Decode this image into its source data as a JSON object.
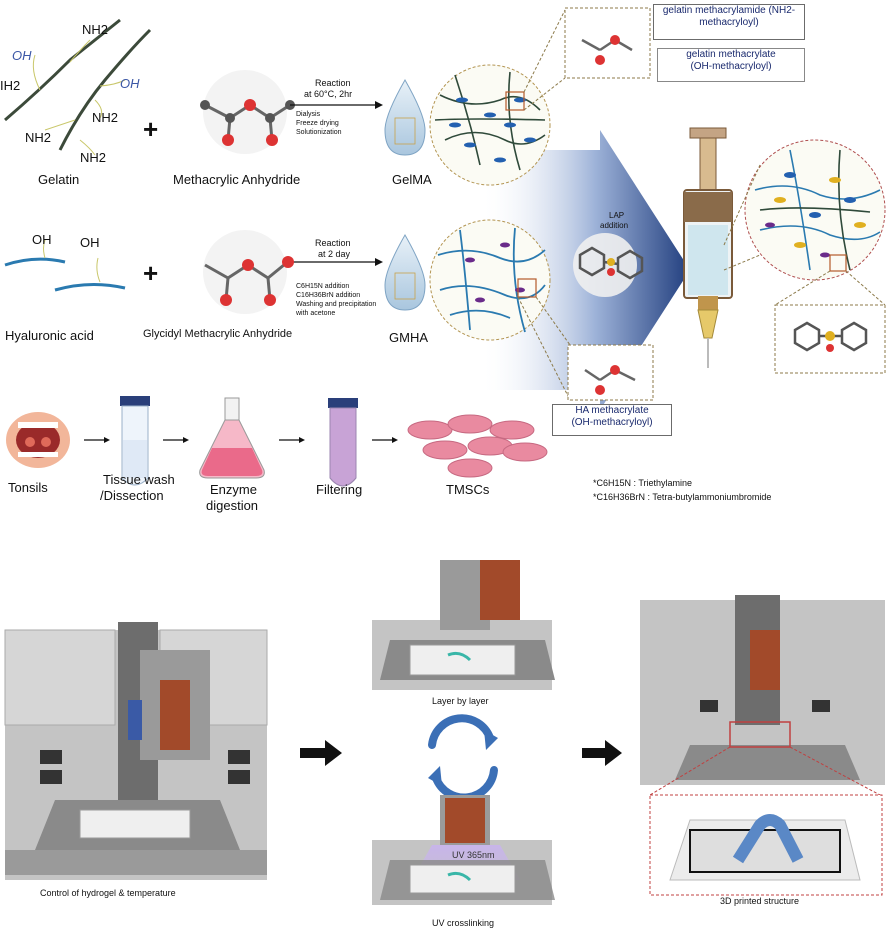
{
  "top": {
    "gelatin": {
      "label": "Gelatin",
      "groups": [
        "OH",
        "NH2",
        "IH2",
        "NH2",
        "OH",
        "NH2",
        "NH2"
      ]
    },
    "methacrylic_anhydride": {
      "label": "Methacrylic Anhydride"
    },
    "reaction1": {
      "title": "Reaction",
      "condition": "at 60°C, 2hr",
      "steps": [
        "Dialysis",
        "Freeze drying",
        "Solutionization"
      ]
    },
    "gelma": {
      "label": "GelMA"
    },
    "hyaluronic": {
      "label": "Hyaluronic acid",
      "groups": [
        "OH",
        "OH"
      ]
    },
    "glycidyl": {
      "label": "Glycidyl Methacrylic Anhydride"
    },
    "reaction2": {
      "title": "Reaction",
      "condition": "at 2 day",
      "steps": [
        "C6H15N addition",
        "C16H36BrN addition",
        "Washing and precipitation",
        "with acetone"
      ]
    },
    "gmha": {
      "label": "GMHA"
    },
    "lap": {
      "line1": "LAP",
      "line2": "addition"
    },
    "box_gel_amide": {
      "line1": "gelatin methacrylamide (NH2-",
      "line2": "methacryloyl)"
    },
    "box_gel_acrylate": {
      "line1": "gelatin methacrylate",
      "line2": "(OH-methacryloyl)"
    },
    "box_ha": {
      "line1": "HA methacrylate",
      "line2": "(OH-methacryloyl)"
    },
    "plus": "+"
  },
  "cells": {
    "steps": [
      "Tonsils",
      "Tissue wash",
      "/Dissection",
      "Enzyme",
      "digestion",
      "Filtering",
      "TMSCs"
    ]
  },
  "footnotes": {
    "note1": "*C6H15N : Triethylamine",
    "note2": "*C16H36BrN : Tetra-butylammoniumbromide"
  },
  "printing": {
    "control": "Control of  hydrogel & temperature",
    "layer": "Layer by layer",
    "uv_label": "UV 365nm",
    "uv_cross": "UV crosslinking",
    "printed": "3D printed structure"
  },
  "colors": {
    "navy": "#1f3b7a",
    "chain_dark": "#3c4a3a",
    "chain_blue": "#2a7ab0",
    "pink": "#e9728a",
    "uv": "#b69be0",
    "printer_gray": "#7b7b7b"
  }
}
